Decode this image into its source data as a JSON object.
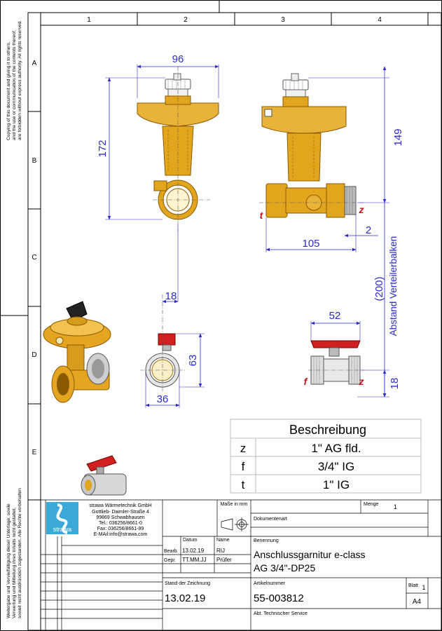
{
  "columns": [
    "1",
    "2",
    "3",
    "4"
  ],
  "rows": [
    "A",
    "B",
    "C",
    "D",
    "E"
  ],
  "copyright_en": [
    "Copying of this document and giving it to others,",
    "and the use or communication of the contents thereof,",
    "are forbidden without express authority. All rights reserved."
  ],
  "copyright_de": [
    "Weitergabe und Vervielfältigung dieser Unterlage, sowie",
    "Verwertung und Mitteilung ihres Inhalts nicht gestattet,",
    "soweit nicht ausdrücklich zugestanden. Alle Rechte vorbehalten"
  ],
  "dimensions": {
    "d96": "96",
    "d172": "172",
    "d149": "149",
    "d105": "105",
    "d2": "2",
    "d200": "(200)",
    "abstand": "Abstand Verteilerbalken",
    "d18a": "18",
    "d63": "63",
    "d36": "36",
    "d52": "52",
    "d18b": "18"
  },
  "labels": {
    "t": "t",
    "z": "z",
    "f": "f"
  },
  "description": {
    "header": "Beschreibung",
    "rows": [
      {
        "key": "z",
        "value": "1\" AG fld."
      },
      {
        "key": "f",
        "value": "3/4\" IG"
      },
      {
        "key": "t",
        "value": "1\" IG"
      }
    ]
  },
  "company": {
    "logo": "strawa",
    "lines": [
      "strawa Wärmetechnik GmbH",
      "Gottlieb- Daimler-Straße 4",
      "99869 Schwabhausen",
      "Tel.: 036256/8661-0",
      "Fax: 036256/8661-99",
      "E-MAil:info@strawa.com"
    ]
  },
  "titleblock": {
    "masse": "Maße in mm",
    "menge_label": "Menge",
    "menge": "1",
    "dokumentenart": "Dokumentenart",
    "benennung_label": "Benennung",
    "benennung1": "Anschlussgarnitur e-class",
    "benennung2": "AG 3/4\"-DP25",
    "datum": "Datum",
    "name": "Name",
    "bearb": "Bearb.",
    "bearb_date": "13.02.19",
    "bearb_name": "RIJ",
    "gepr": "Gepr.",
    "gepr_date": "TT.MM.JJ",
    "gepr_name": "Prüfer",
    "stand_label": "Stand der Zeichnung",
    "stand": "13.02.19",
    "artikel_label": "Artikelnummer",
    "artikel": "55-003812",
    "blatt_label": "Blatt",
    "blatt": "1",
    "format": "A4",
    "abt": "Abt. Technischer Service"
  },
  "colors": {
    "dim": "#2a2ad0",
    "brass": "#e2a61e",
    "brass_dark": "#b07a10",
    "red": "#d0201a",
    "label_red": "#c0101a"
  }
}
